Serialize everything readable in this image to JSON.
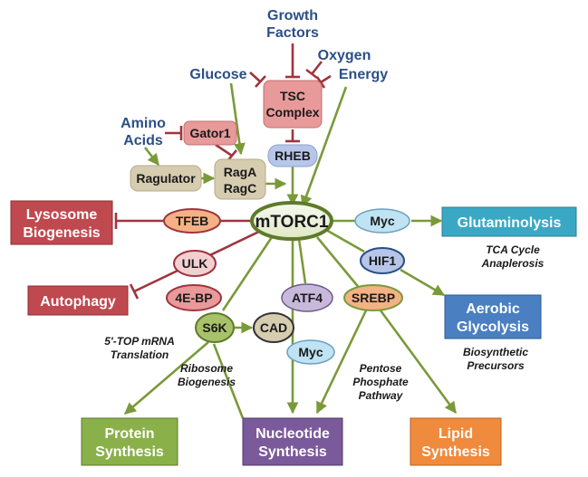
{
  "inputs": {
    "growth_factors": [
      "Growth",
      "Factors"
    ],
    "oxygen": "Oxygen",
    "energy": "Energy",
    "glucose": "Glucose",
    "amino_acids": [
      "Amino",
      "Acids"
    ]
  },
  "nodes": {
    "tsc": [
      "TSC",
      "Complex"
    ],
    "gator1": "Gator1",
    "rheb": "RHEB",
    "ragulator": "Ragulator",
    "rag": [
      "RagA",
      "RagC"
    ],
    "mtorc1": "mTORC1",
    "tfeb": "TFEB",
    "myc_top": "Myc",
    "ulk": "ULK",
    "hif1": "HIF1",
    "ebp": "4E-BP",
    "atf4": "ATF4",
    "srebp": "SREBP",
    "s6k": "S6K",
    "cad": "CAD",
    "myc_bottom": "Myc"
  },
  "outcomes": {
    "lysosome": [
      "Lysosome",
      "Biogenesis"
    ],
    "autophagy": "Autophagy",
    "glutaminolysis": "Glutaminolysis",
    "aerobic": [
      "Aerobic",
      "Glycolysis"
    ],
    "protein": [
      "Protein",
      "Synthesis"
    ],
    "nucleotide": [
      "Nucleotide",
      "Synthesis"
    ],
    "lipid": [
      "Lipid",
      "Synthesis"
    ]
  },
  "notes": {
    "tca": [
      "TCA Cycle",
      "Anaplerosis"
    ],
    "biosynthetic": [
      "Biosynthetic",
      "Precursors"
    ],
    "top_mrna": [
      "5'-TOP mRNA",
      "Translation"
    ],
    "ribosome": [
      "Ribosome",
      "Biogenesis"
    ],
    "pentose": [
      "Pentose",
      "Phosphate",
      "Pathway"
    ]
  },
  "colors": {
    "activation": "#7a9a3a",
    "inhibition": "#a0343f",
    "input_text": "#2b4f86",
    "tsc_fill": "#e89a9a",
    "tfeb_fill": "#f4b183",
    "myc_fill": "#bfe3f3",
    "hif1_fill": "#b7c6e8",
    "ulk_fill": "#f2d0d0",
    "atf4_fill": "#c7b8dc",
    "srebp_fill": "#f4b183",
    "s6k_fill": "#a8c16a",
    "cad_fill": "#d6ccb0",
    "lysosome_box": "#c0484f",
    "glutaminolysis_box": "#3aa8c4",
    "aerobic_box": "#4a7fc1",
    "protein_box": "#8ab04a",
    "nucleotide_box": "#7a5a9a",
    "lipid_box": "#f08a3c"
  }
}
